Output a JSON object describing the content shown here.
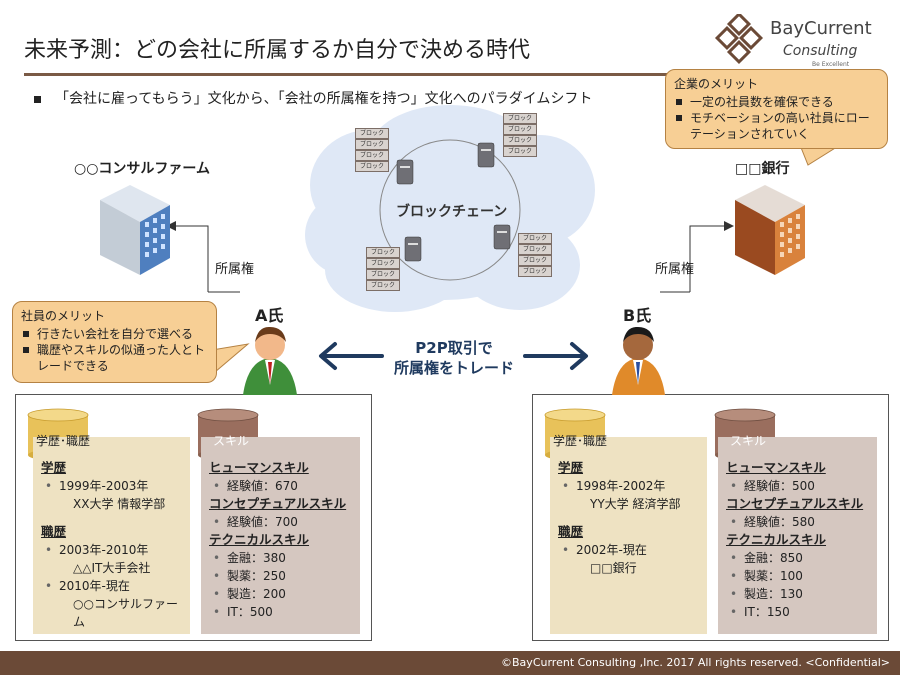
{
  "title": "未来予測：どの会社に所属するか自分で決める時代",
  "logo": {
    "main": "BayCurrent",
    "sub": "Consulting",
    "tiny": "Be Excellent"
  },
  "subtitle_bullet": "「会社に雇ってもらう」文化から、「会社の所属権を持つ」文化へのパラダイムシフト",
  "company_callout": {
    "heading": "企業のメリット",
    "items": [
      "一定の社員数を確保できる",
      "モチベーションの高い社員にローテーションされていく"
    ]
  },
  "employee_callout": {
    "heading": "社員のメリット",
    "items": [
      "行きたい会社を自分で選べる",
      "職歴やスキルの似通った人とトレードできる"
    ]
  },
  "left_company": "○○コンサルファーム",
  "right_company": "□□銀行",
  "ownership_label": "所属権",
  "blockchain": {
    "label": "ブロックチェーン",
    "block_label": "ブロック"
  },
  "person_a": "A氏",
  "person_b": "B氏",
  "p2p": {
    "line1": "P2P取引で",
    "line2": "所属権をトレード"
  },
  "profile_labels": {
    "edu_cylinder": "学歴･職歴",
    "skill_cylinder": "スキル",
    "education": "学歴",
    "career": "職歴",
    "human": "ヒューマンスキル",
    "conceptual": "コンセプチュアルスキル",
    "technical": "テクニカルスキル"
  },
  "profile_a": {
    "education": {
      "period": "1999年-2003年",
      "detail": "XX大学 情報学部"
    },
    "career": [
      {
        "period": "2003年-2010年",
        "detail": "△△IT大手会社"
      },
      {
        "period": "2010年-現在",
        "detail": "○○コンサルファーム"
      }
    ],
    "human": "経験値：670",
    "conceptual": "経験値：700",
    "technical": [
      "金融：380",
      "製薬：250",
      "製造：200",
      "IT：500"
    ]
  },
  "profile_b": {
    "education": {
      "period": "1998年-2002年",
      "detail": "YY大学 経済学部"
    },
    "career": [
      {
        "period": "2002年-現在",
        "detail": "□□銀行"
      }
    ],
    "human": "経験値：500",
    "conceptual": "経験値：580",
    "technical": [
      "金融：850",
      "製薬：100",
      "製造：130",
      "IT：150"
    ]
  },
  "footer": "©BayCurrent Consulting ,Inc. 2017 All rights reserved. <Confidential>",
  "colors": {
    "brand_brown": "#6b4a37",
    "callout": "#f7cf95",
    "edu_card": "#eee2c2",
    "skill_card": "#d5c7c0",
    "arrow": "#1f3a5f"
  }
}
